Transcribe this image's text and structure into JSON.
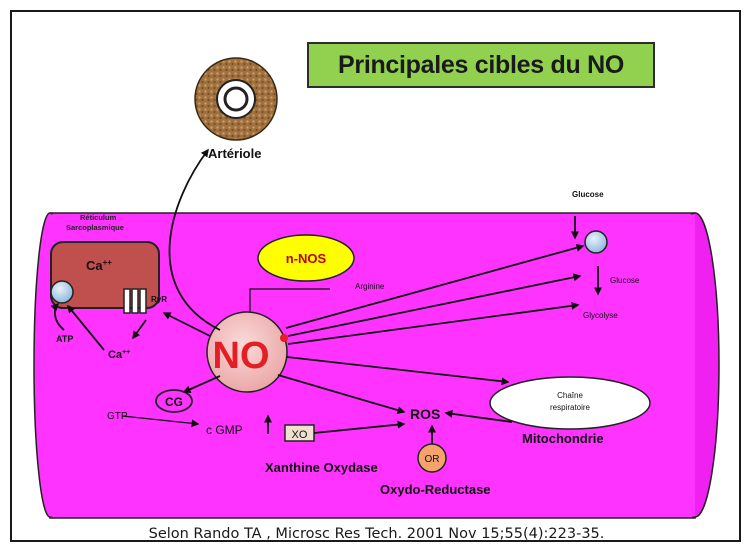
{
  "title": "Principales cibles du NO",
  "citation": "Selon Rando TA , Microsc Res Tech. 2001 Nov 15;55(4):223-35.",
  "labels": {
    "arteriole": "Artériole",
    "glucose_top": "Glucose",
    "reticulum_line1": "Réticulum",
    "reticulum_line2": "Sarcoplasmique",
    "ca_store": "Ca",
    "ca_store_sup": "++",
    "ryr": "RyR",
    "ca_free": "Ca",
    "ca_free_sup": "++",
    "atp": "ATP",
    "nnos": "n-NOS",
    "arginine": "Arginine",
    "no": "NO",
    "glucose_inner": "Glucose",
    "glycolyse": "Glycolyse",
    "chaine_line1": "Chaîne",
    "chaine_line2": "respiratoire",
    "mitochondrie": "Mitochondrie",
    "cg": "CG",
    "gtp": "GTP",
    "cgmp": "c GMP",
    "xo": "XO",
    "ros": "ROS",
    "xanthine": "Xanthine Oxydase",
    "or": "OR",
    "oxydo": "Oxydo-Reductase"
  },
  "colors": {
    "cylinder": "#ff33ff",
    "cylinder_end": "#f020f0",
    "title_bg": "#92d050",
    "reticulum": "#c0504d",
    "nnos": "#ffff00",
    "no_circle": "#f2b4b4",
    "no_text": "#e31e24",
    "or_circle": "#f5a26b",
    "transporter": "#9dc3e6"
  }
}
